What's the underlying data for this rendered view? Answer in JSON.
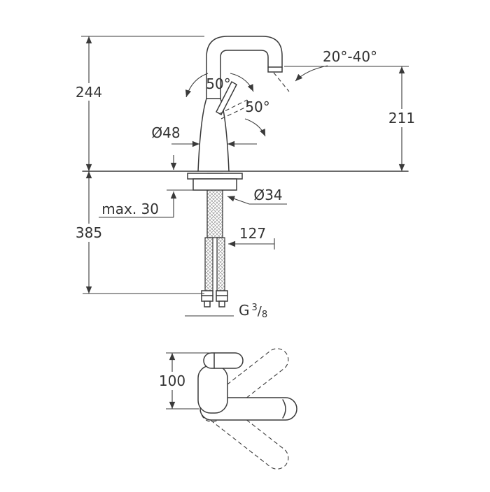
{
  "colors": {
    "line": "#3a3a3a",
    "text": "#333333",
    "background": "#ffffff"
  },
  "front_view": {
    "height_total": "244",
    "height_outlet": "211",
    "spout_angle_range": "20°-40°",
    "handle_swivel_angle": "50°",
    "handle_tilt_angle": "50°",
    "body_diameter": "Ø48",
    "shank_diameter": "Ø34",
    "max_deck_thickness": "max. 30",
    "length_below_deck": "385",
    "hose_dimension": "127",
    "thread": {
      "prefix": "G",
      "numerator": "3",
      "slash": "/",
      "denominator": "8"
    }
  },
  "top_view": {
    "depth": "100"
  }
}
